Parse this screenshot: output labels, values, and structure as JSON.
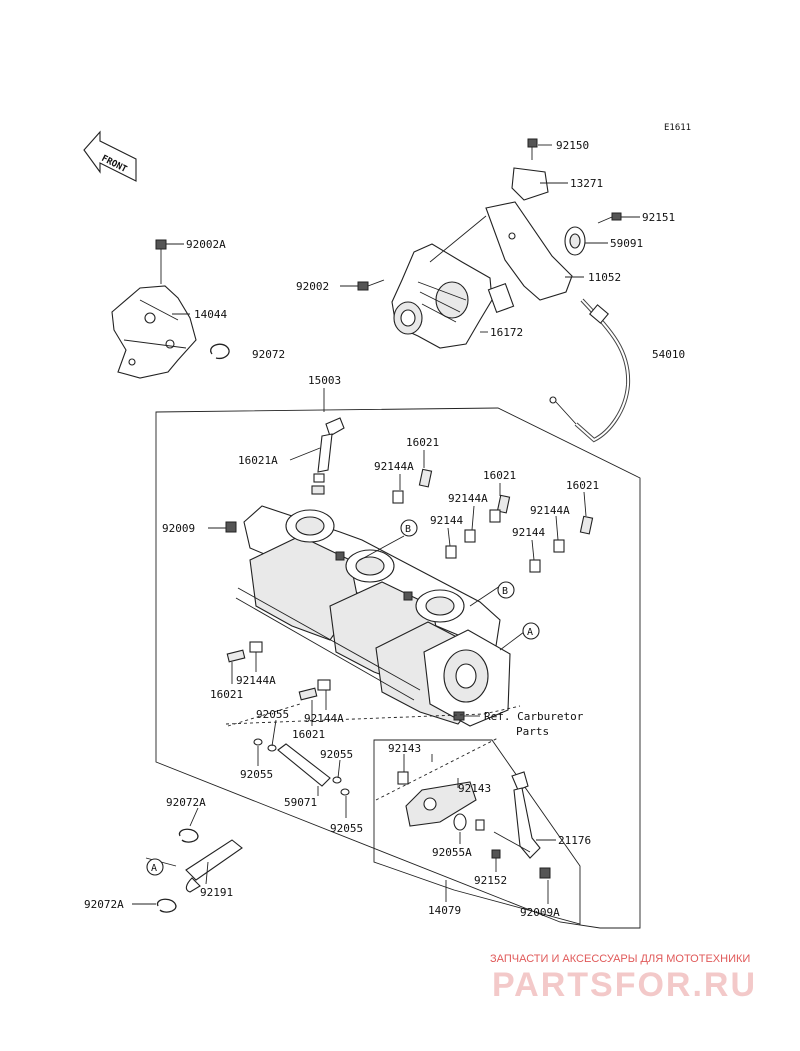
{
  "diagram_code": "E1611",
  "front_label": "FRONT",
  "labels": [
    "92150",
    "13271",
    "92151",
    "59091",
    "11052",
    "92002",
    "16172",
    "54010",
    "92002A",
    "14044",
    "92072",
    "15003",
    "16021A",
    "16021",
    "92144A",
    "16021",
    "92144A",
    "16021",
    "92144",
    "92144A",
    "92009",
    "92144",
    "92144A",
    "16021",
    "92055",
    "16021",
    "92144A",
    "92055",
    "92055",
    "59071",
    "92055",
    "92072A",
    "92191",
    "92072A",
    "14079",
    "92143",
    "92143",
    "92055A",
    "21176",
    "92152",
    "92009A"
  ],
  "callouts": [
    "B",
    "B",
    "A",
    "A"
  ],
  "reference_note": [
    "Ref. Carburetor",
    "Parts"
  ],
  "watermark": {
    "tagline": "ЗАПЧАСТИ И АКСЕССУАРЫ ДЛЯ МОТОТЕХНИКИ",
    "logo": "PARTSFOR.RU",
    "color": "#e05a5a"
  }
}
